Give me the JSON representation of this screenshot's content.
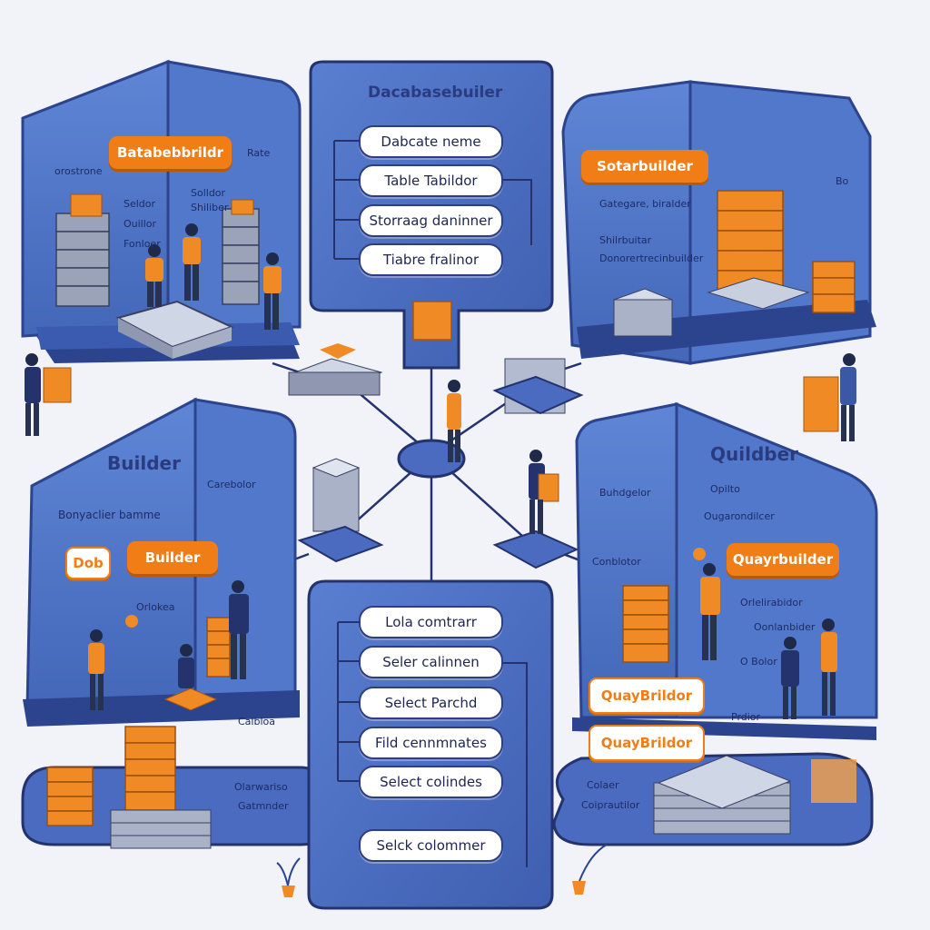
{
  "top_center_panel": {
    "title": "Dacabasebuiler",
    "items": [
      "Dabcate neme",
      "Table Tabildor",
      "Storraag daninner",
      "Tiabre fralinor"
    ]
  },
  "bottom_center_panel": {
    "items": [
      "Lola comtrarr",
      "Seler calinnen",
      "Select Parchd",
      "Fild cennmnates",
      "Select colindes",
      "Selck colommer"
    ]
  },
  "top_left_panel": {
    "tag": "Batabebbrildr",
    "side_text": "Rate",
    "texts": [
      "orostrone",
      "Seldor",
      "Ouillor",
      "Fonloer",
      "Solldor",
      "Shiliber"
    ]
  },
  "top_right_panel": {
    "tag": "Sotarbuilder",
    "texts": [
      "Gategare, biralder",
      "Shilrbuitar",
      "Donorertrecinbuilder",
      "Bo"
    ]
  },
  "bottom_left_panel": {
    "title": "Builder",
    "subtitle": "Bonyaclier bamme",
    "side_text": "Carebolor",
    "tag_small": "Dob",
    "tag": "Builder",
    "texts": [
      "Orlokea",
      "Calbloa",
      "Olarwariso",
      "Gatmnder"
    ]
  },
  "bottom_right_panel": {
    "title": "Quildber",
    "texts": [
      "Buhdgelor",
      "Opilto",
      "Ougarondilcer",
      "Conblotor",
      "Orlelirabidor",
      "Oonlanbider",
      "O Bolor",
      "Prdior",
      "Colaer",
      "Coiprautilor"
    ],
    "tag": "Quayrbuilder",
    "tags_lower": [
      "QuayBrildor",
      "QuayBrildor"
    ]
  },
  "colors": {
    "panel": "#4e72c4",
    "panel_dark": "#3b58a6",
    "accent": "#f07d15",
    "background": "#f1f3f9"
  }
}
